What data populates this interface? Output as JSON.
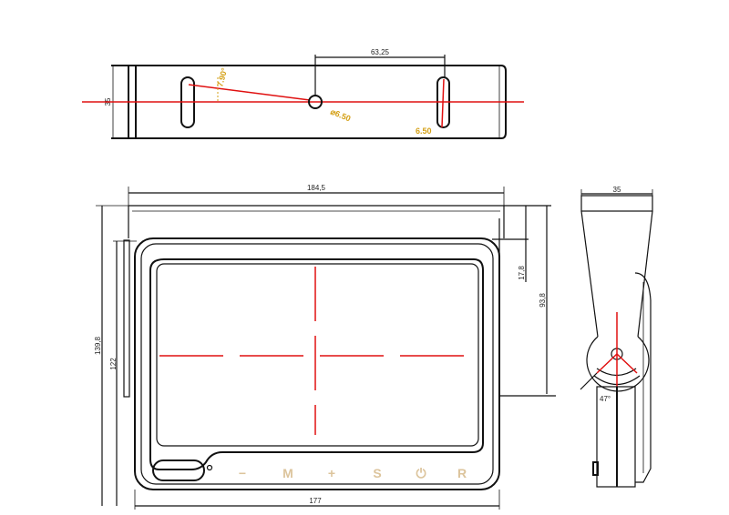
{
  "top_view": {
    "dim_hole_spacing": "63,25",
    "dim_height": "35",
    "angle": "7.90°",
    "hole_diameter": "⌀6.50",
    "slot_width": "6.50"
  },
  "front_view": {
    "dim_bracket_width": "184,5",
    "dim_total_height": "139,8",
    "dim_monitor_height": "122",
    "dim_offset": "17,8",
    "dim_bracket_height": "93,8",
    "dim_monitor_width": "177",
    "buttons": [
      "−",
      "M",
      "+",
      "S",
      "⏻",
      "R"
    ]
  },
  "side_view": {
    "dim_depth": "35",
    "tilt_angle": "47°"
  },
  "colors": {
    "centerline": "#e01010",
    "annotation": "#d4a017",
    "button": "#dcc49c"
  }
}
